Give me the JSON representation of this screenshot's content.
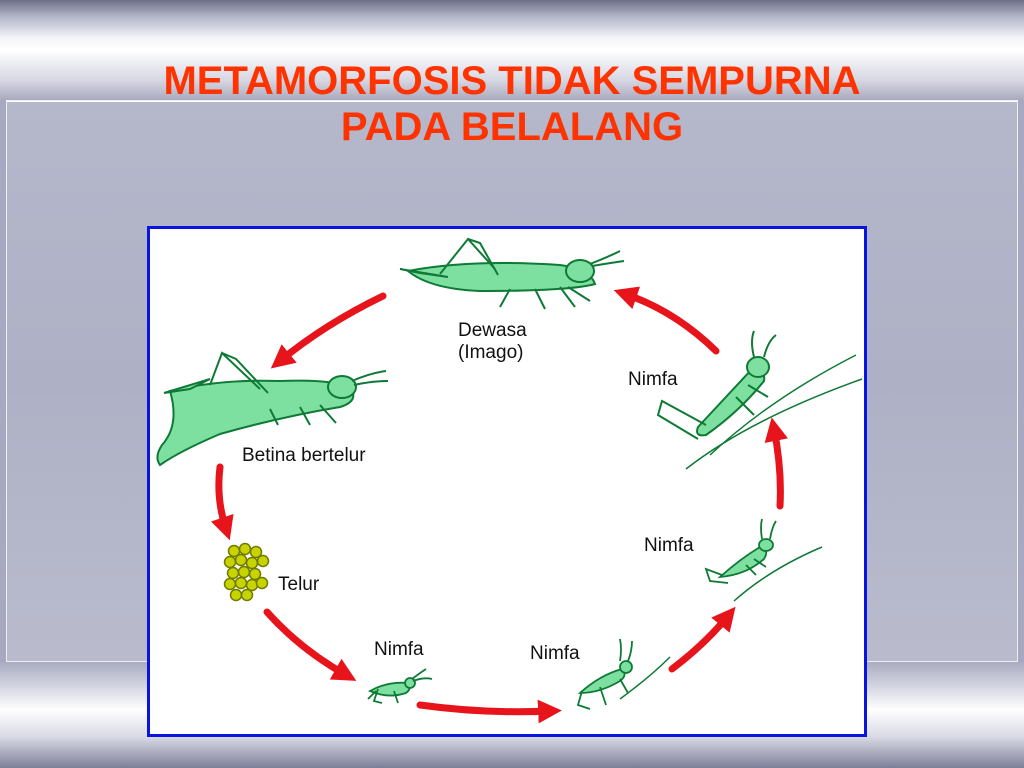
{
  "slide": {
    "title_line1": "METAMORFOSIS TIDAK SEMPURNA",
    "title_line2": "PADA  BELALANG"
  },
  "diagram": {
    "stages": {
      "adult_line1": "Dewasa",
      "adult_line2": "(Imago)",
      "female": "Betina bertelur",
      "egg": "Telur",
      "nymph_1": "Nimfa",
      "nymph_2": "Nimfa",
      "nymph_3": "Nimfa",
      "nymph_4": "Nimfa"
    },
    "colors": {
      "title": "#ff3300",
      "arrow": "#e8141c",
      "insect_fill": "#7ee0a0",
      "insect_stroke": "#0e7a35",
      "egg_fill": "#c8d400",
      "frame": "#0a14e0"
    }
  }
}
